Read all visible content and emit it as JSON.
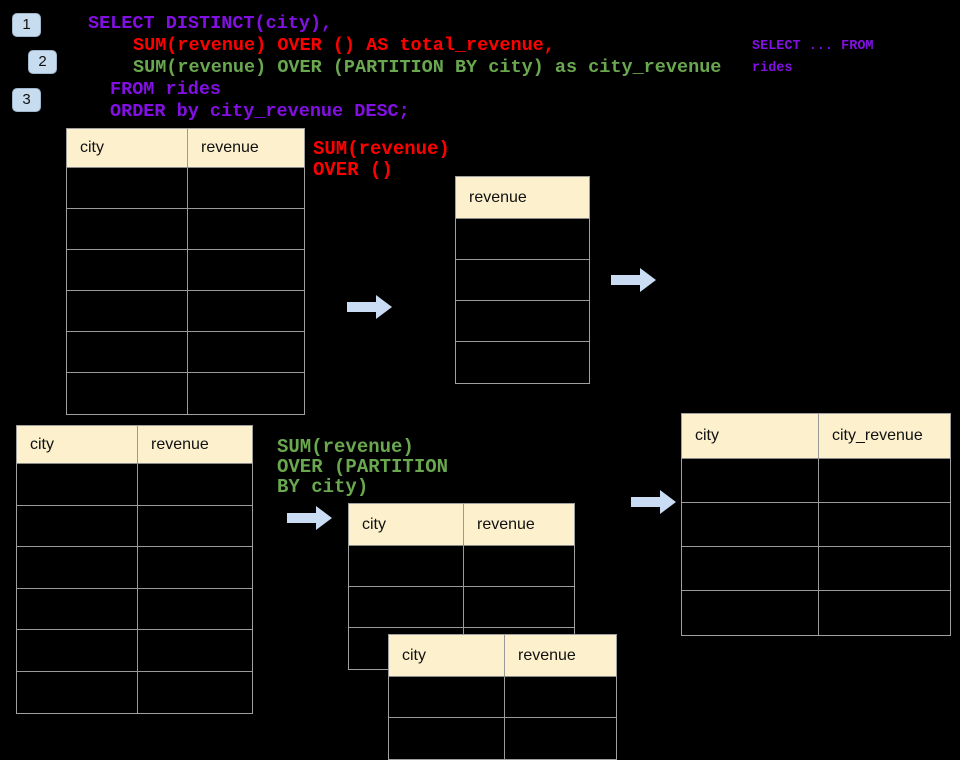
{
  "colors": {
    "background": "#000000",
    "purple": "#8310E3",
    "red": "#FF0000",
    "green": "#6AA84F",
    "table_header_bg": "#FCF0CD",
    "grid_line": "#999999",
    "arrow_blue": "#C9DCF3",
    "badge_bg": "#C8DCF0"
  },
  "badges": [
    {
      "label": "1"
    },
    {
      "label": "2"
    },
    {
      "label": "3"
    }
  ],
  "sql": {
    "line1": "SELECT DISTINCT(city),",
    "line2": "SUM(revenue) OVER () AS total_revenue,",
    "line3": "SUM(revenue) OVER (PARTITION BY city) as city_revenue",
    "line4": "FROM rides",
    "line5": "ORDER by city_revenue DESC;"
  },
  "side_note": {
    "line1": "SELECT ... FROM",
    "line2": "rides"
  },
  "labels": {
    "total_revenue": {
      "line1": "SUM(revenue)",
      "line2": "OVER ()"
    },
    "partition": {
      "line1": "SUM(revenue)",
      "line2": "OVER (PARTITION",
      "line3": "BY city)"
    }
  },
  "tables": {
    "source_top": {
      "headers": [
        "city",
        "revenue"
      ],
      "rows": 6
    },
    "total_result": {
      "headers": [
        "revenue"
      ],
      "rows": 4
    },
    "source_bottom": {
      "headers": [
        "city",
        "revenue"
      ],
      "rows": 6
    },
    "partition_step": {
      "headers": [
        "city",
        "revenue"
      ],
      "rows": 3
    },
    "partition_overlay": {
      "headers": [
        "city",
        "revenue"
      ],
      "rows": 2
    },
    "final_result": {
      "headers": [
        "city",
        "city_revenue"
      ],
      "rows": 4
    }
  }
}
